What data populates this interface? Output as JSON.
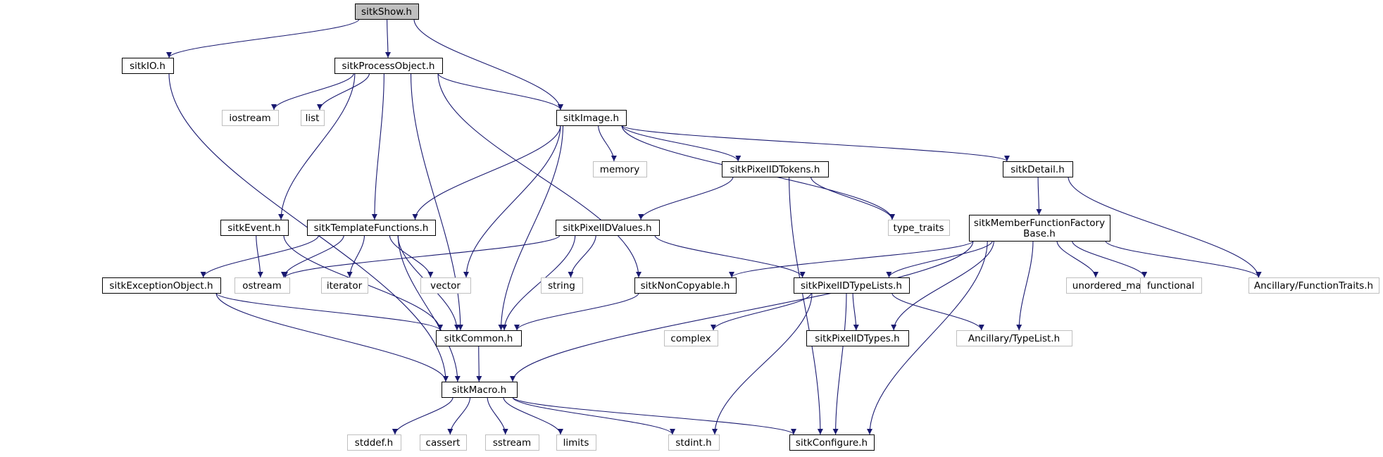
{
  "colors": {
    "edge": "#191970",
    "border": "#000000",
    "external_border": "#bfbfbf",
    "root_fill": "#bfbfbf",
    "background": "#ffffff"
  },
  "nodes": [
    {
      "id": "sitkShow",
      "lines": [
        "sitkShow.h"
      ],
      "kind": "root"
    },
    {
      "id": "sitkIO",
      "lines": [
        "sitkIO.h"
      ],
      "kind": "internal"
    },
    {
      "id": "sitkProcessObject",
      "lines": [
        "sitkProcessObject.h"
      ],
      "kind": "internal"
    },
    {
      "id": "iostream",
      "lines": [
        "iostream"
      ],
      "kind": "external"
    },
    {
      "id": "list",
      "lines": [
        "list"
      ],
      "kind": "external"
    },
    {
      "id": "sitkImage",
      "lines": [
        "sitkImage.h"
      ],
      "kind": "internal"
    },
    {
      "id": "memory",
      "lines": [
        "memory"
      ],
      "kind": "external"
    },
    {
      "id": "sitkPixelIDTokens",
      "lines": [
        "sitkPixelIDTokens.h"
      ],
      "kind": "internal"
    },
    {
      "id": "sitkDetail",
      "lines": [
        "sitkDetail.h"
      ],
      "kind": "internal"
    },
    {
      "id": "sitkEvent",
      "lines": [
        "sitkEvent.h"
      ],
      "kind": "internal"
    },
    {
      "id": "sitkTemplateFunctions",
      "lines": [
        "sitkTemplateFunctions.h"
      ],
      "kind": "internal"
    },
    {
      "id": "sitkPixelIDValues",
      "lines": [
        "sitkPixelIDValues.h"
      ],
      "kind": "internal"
    },
    {
      "id": "type_traits",
      "lines": [
        "type_traits"
      ],
      "kind": "external"
    },
    {
      "id": "sitkMemberFunctionFactoryBase",
      "lines": [
        "sitkMemberFunctionFactory",
        "Base.h"
      ],
      "kind": "internal"
    },
    {
      "id": "sitkExceptionObject",
      "lines": [
        "sitkExceptionObject.h"
      ],
      "kind": "internal"
    },
    {
      "id": "ostream",
      "lines": [
        "ostream"
      ],
      "kind": "external"
    },
    {
      "id": "iterator",
      "lines": [
        "iterator"
      ],
      "kind": "external"
    },
    {
      "id": "vector",
      "lines": [
        "vector"
      ],
      "kind": "external"
    },
    {
      "id": "string",
      "lines": [
        "string"
      ],
      "kind": "external"
    },
    {
      "id": "sitkNonCopyable",
      "lines": [
        "sitkNonCopyable.h"
      ],
      "kind": "internal"
    },
    {
      "id": "sitkPixelIDTypeLists",
      "lines": [
        "sitkPixelIDTypeLists.h"
      ],
      "kind": "internal"
    },
    {
      "id": "unordered_map",
      "lines": [
        "unordered_map"
      ],
      "kind": "external"
    },
    {
      "id": "functional",
      "lines": [
        "functional"
      ],
      "kind": "external"
    },
    {
      "id": "AncillaryFunctionTraits",
      "lines": [
        "Ancillary/FunctionTraits.h"
      ],
      "kind": "external"
    },
    {
      "id": "sitkCommon",
      "lines": [
        "sitkCommon.h"
      ],
      "kind": "internal"
    },
    {
      "id": "complex",
      "lines": [
        "complex"
      ],
      "kind": "external"
    },
    {
      "id": "sitkPixelIDTypes",
      "lines": [
        "sitkPixelIDTypes.h"
      ],
      "kind": "internal"
    },
    {
      "id": "AncillaryTypeList",
      "lines": [
        "Ancillary/TypeList.h"
      ],
      "kind": "external"
    },
    {
      "id": "sitkMacro",
      "lines": [
        "sitkMacro.h"
      ],
      "kind": "internal"
    },
    {
      "id": "stddef",
      "lines": [
        "stddef.h"
      ],
      "kind": "external"
    },
    {
      "id": "cassert",
      "lines": [
        "cassert"
      ],
      "kind": "external"
    },
    {
      "id": "sstream",
      "lines": [
        "sstream"
      ],
      "kind": "external"
    },
    {
      "id": "limits",
      "lines": [
        "limits"
      ],
      "kind": "external"
    },
    {
      "id": "stdint",
      "lines": [
        "stdint.h"
      ],
      "kind": "external"
    },
    {
      "id": "sitkConfigure",
      "lines": [
        "sitkConfigure.h"
      ],
      "kind": "internal"
    }
  ],
  "edges": [
    [
      "sitkShow",
      "sitkIO"
    ],
    [
      "sitkShow",
      "sitkProcessObject"
    ],
    [
      "sitkShow",
      "sitkImage"
    ],
    [
      "sitkIO",
      "sitkMacro"
    ],
    [
      "sitkProcessObject",
      "iostream"
    ],
    [
      "sitkProcessObject",
      "list"
    ],
    [
      "sitkProcessObject",
      "sitkImage"
    ],
    [
      "sitkProcessObject",
      "sitkEvent"
    ],
    [
      "sitkProcessObject",
      "sitkTemplateFunctions"
    ],
    [
      "sitkProcessObject",
      "sitkCommon"
    ],
    [
      "sitkProcessObject",
      "sitkNonCopyable"
    ],
    [
      "sitkImage",
      "memory"
    ],
    [
      "sitkImage",
      "sitkPixelIDTokens"
    ],
    [
      "sitkImage",
      "sitkDetail"
    ],
    [
      "sitkImage",
      "type_traits"
    ],
    [
      "sitkImage",
      "sitkTemplateFunctions"
    ],
    [
      "sitkImage",
      "vector"
    ],
    [
      "sitkImage",
      "sitkCommon"
    ],
    [
      "sitkPixelIDTokens",
      "sitkPixelIDValues"
    ],
    [
      "sitkPixelIDTokens",
      "type_traits"
    ],
    [
      "sitkPixelIDTokens",
      "sitkConfigure"
    ],
    [
      "sitkDetail",
      "sitkMemberFunctionFactoryBase"
    ],
    [
      "sitkDetail",
      "AncillaryFunctionTraits"
    ],
    [
      "sitkEvent",
      "ostream"
    ],
    [
      "sitkEvent",
      "sitkCommon"
    ],
    [
      "sitkTemplateFunctions",
      "sitkExceptionObject"
    ],
    [
      "sitkTemplateFunctions",
      "ostream"
    ],
    [
      "sitkTemplateFunctions",
      "iterator"
    ],
    [
      "sitkTemplateFunctions",
      "vector"
    ],
    [
      "sitkTemplateFunctions",
      "sitkCommon"
    ],
    [
      "sitkTemplateFunctions",
      "sitkMacro"
    ],
    [
      "sitkPixelIDValues",
      "ostream"
    ],
    [
      "sitkPixelIDValues",
      "string"
    ],
    [
      "sitkPixelIDValues",
      "sitkPixelIDTypeLists"
    ],
    [
      "sitkPixelIDValues",
      "sitkCommon"
    ],
    [
      "sitkMemberFunctionFactoryBase",
      "sitkNonCopyable"
    ],
    [
      "sitkMemberFunctionFactoryBase",
      "sitkPixelIDTypeLists"
    ],
    [
      "sitkMemberFunctionFactoryBase",
      "unordered_map"
    ],
    [
      "sitkMemberFunctionFactoryBase",
      "functional"
    ],
    [
      "sitkMemberFunctionFactoryBase",
      "AncillaryFunctionTraits"
    ],
    [
      "sitkMemberFunctionFactoryBase",
      "sitkMacro"
    ],
    [
      "sitkMemberFunctionFactoryBase",
      "sitkPixelIDTypes"
    ],
    [
      "sitkMemberFunctionFactoryBase",
      "AncillaryTypeList"
    ],
    [
      "sitkMemberFunctionFactoryBase",
      "sitkConfigure"
    ],
    [
      "sitkExceptionObject",
      "sitkCommon"
    ],
    [
      "sitkExceptionObject",
      "sitkMacro"
    ],
    [
      "sitkNonCopyable",
      "sitkCommon"
    ],
    [
      "sitkPixelIDTypeLists",
      "complex"
    ],
    [
      "sitkPixelIDTypeLists",
      "sitkPixelIDTypes"
    ],
    [
      "sitkPixelIDTypeLists",
      "AncillaryTypeList"
    ],
    [
      "sitkPixelIDTypeLists",
      "stdint"
    ],
    [
      "sitkPixelIDTypeLists",
      "sitkConfigure"
    ],
    [
      "sitkCommon",
      "sitkMacro"
    ],
    [
      "sitkMacro",
      "stddef"
    ],
    [
      "sitkMacro",
      "cassert"
    ],
    [
      "sitkMacro",
      "sstream"
    ],
    [
      "sitkMacro",
      "limits"
    ],
    [
      "sitkMacro",
      "stdint"
    ],
    [
      "sitkMacro",
      "sitkConfigure"
    ]
  ]
}
